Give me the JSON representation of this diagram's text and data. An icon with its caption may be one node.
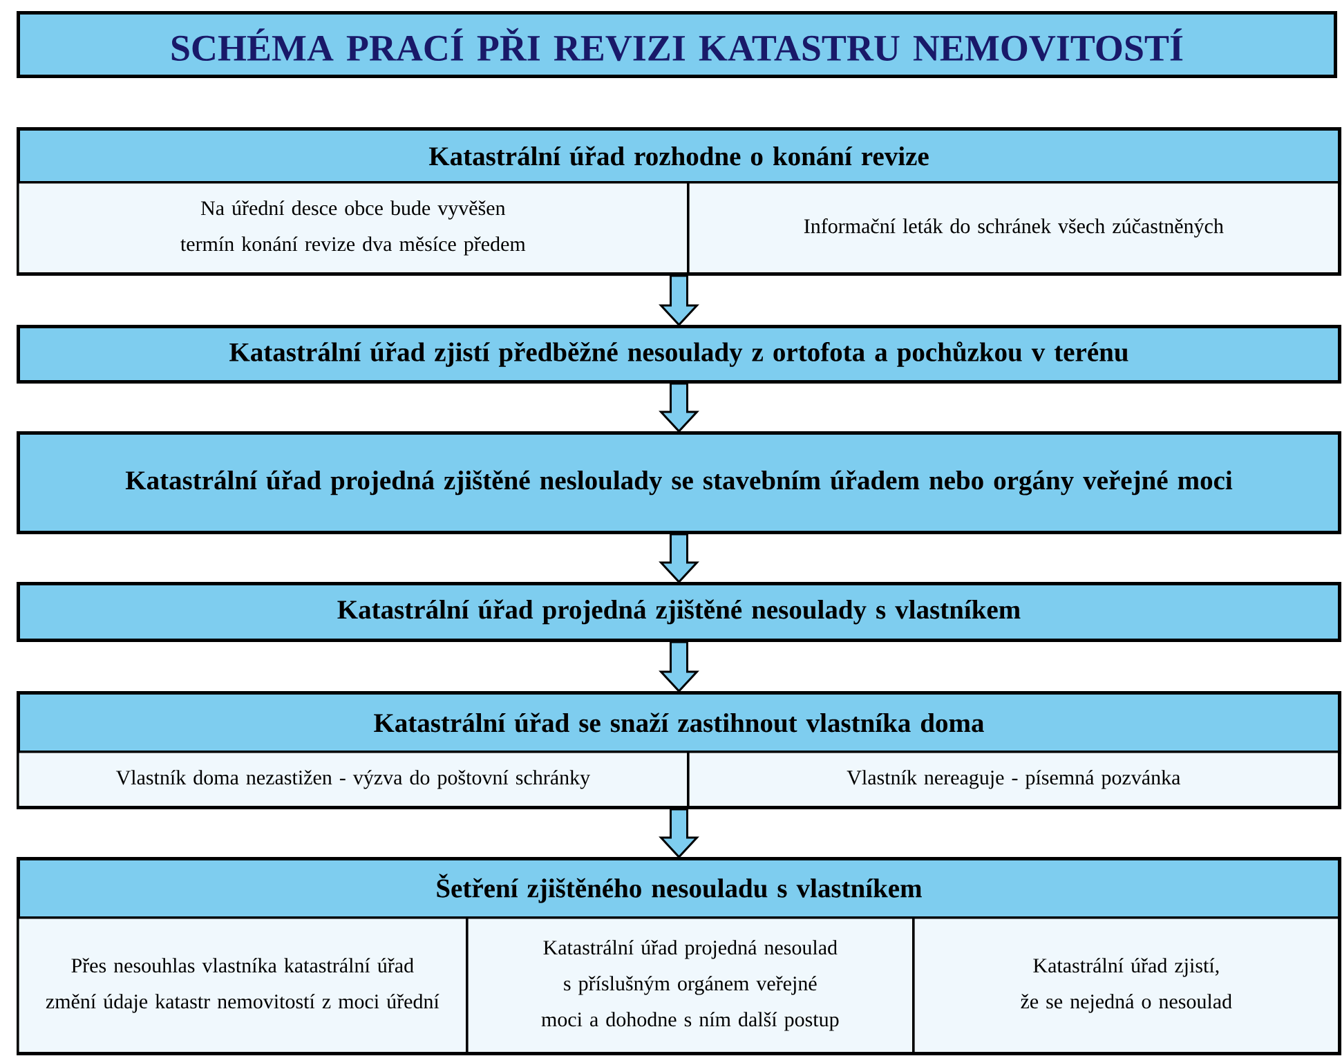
{
  "diagram": {
    "nodes": [
      {
        "text": [
          "SCHÉMA PRACÍ PŘI REVIZI KATASTRU NEMOVITOSTÍ"
        ]
      },
      {
        "text": [],
        "shape": "box"
      },
      {
        "text": [
          "Katastrální úřad rozhodne o konání revize"
        ],
        "in": 1
      },
      {
        "text": [
          "Na úřední desce obce bude vyvěšen termín konání revize dva měsíce předem"
        ],
        "in": 1
      },
      {
        "text": [
          "Informační leták do schránek všech zúčastněných"
        ],
        "in": 1
      },
      {
        "text": [
          "Katastrální úřad zjistí předběžné nesoulady z ortofota a pochůzkou v terénu"
        ]
      },
      {
        "text": [
          "Katastrální úřad projedná zjištěné nesloulady se stavebním úřadem nebo orgány veřejné moci"
        ]
      },
      {
        "text": [
          "Katastrální úřad projedná zjištěné nesoulady s vlastníkem"
        ]
      },
      {
        "text": [],
        "shape": "box"
      },
      {
        "text": [
          "Katastrální úřad se snaží zastihnout vlastníka doma"
        ],
        "in": 8
      },
      {
        "text": [
          "Vlastník doma nezastižen - výzva do poštovní schránky"
        ],
        "in": 8
      },
      {
        "text": [
          "Vlastník nereaguje - písemná pozvánka"
        ],
        "in": 8
      },
      {
        "text": [],
        "shape": "box"
      },
      {
        "text": [
          "Šetření zjištěného nesouladu s vlastníkem"
        ],
        "in": 12
      },
      {
        "text": [
          "Přes nesouhlas vlastníka katastrální úřad změní údaje katastr nemovitostí z moci úřední"
        ],
        "in": 12
      },
      {
        "text": [
          "Katastrální úřad projedná nesoulad s příslušným orgánem veřejné moci a dohodne s ním další postup"
        ],
        "in": 12
      },
      {
        "text": [
          "Katastrální úřad zjistí, že se nejedná o nesoulad"
        ],
        "in": 12
      }
    ],
    "edges": [
      {
        "from": 1,
        "to": 5,
        "arrow": "to"
      },
      {
        "from": 5,
        "to": 6,
        "arrow": "to"
      },
      {
        "from": 6,
        "to": 7,
        "arrow": "to"
      },
      {
        "from": 7,
        "to": 8,
        "arrow": "to"
      },
      {
        "from": 8,
        "to": 12,
        "arrow": "to"
      }
    ]
  }
}
